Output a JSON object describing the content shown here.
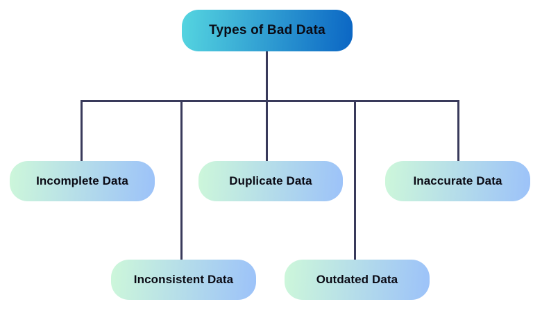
{
  "diagram": {
    "title": "Types of Bad Data",
    "root": {
      "label": "Types of Bad Data"
    },
    "children": [
      {
        "label": "Incomplete Data"
      },
      {
        "label": "Duplicate Data"
      },
      {
        "label": "Inaccurate Data"
      },
      {
        "label": "Inconsistent Data"
      },
      {
        "label": "Outdated Data"
      }
    ],
    "colors": {
      "root_gradient_start": "#55d5e0",
      "root_gradient_end": "#0b66c4",
      "child_gradient_start": "#cdf7da",
      "child_gradient_end": "#9cc2f9",
      "connector": "#393a5b",
      "text": "#0a0a14",
      "background": "#ffffff"
    }
  }
}
